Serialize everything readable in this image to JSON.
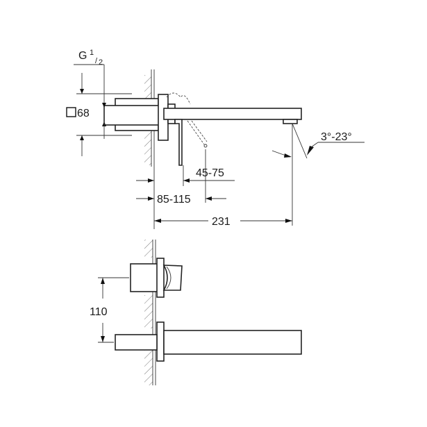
{
  "drawing": {
    "title": "Wall-mounted basin mixer dimension drawing",
    "views": [
      {
        "name": "side-view",
        "description": "Side elevation with spout and lever"
      },
      {
        "name": "front-view",
        "description": "Front elevation showing lever and spout"
      }
    ],
    "dimensions": {
      "thread_label_main": "G",
      "thread_label_num": "1",
      "thread_label_den": "2",
      "square_size": "68",
      "lever_projection": "45-75",
      "wall_depth_range": "85-115",
      "spout_length": "231",
      "spout_angle": "3°-23°",
      "vertical_spacing": "110"
    },
    "colors": {
      "line": "#222222",
      "background": "#ffffff"
    }
  }
}
